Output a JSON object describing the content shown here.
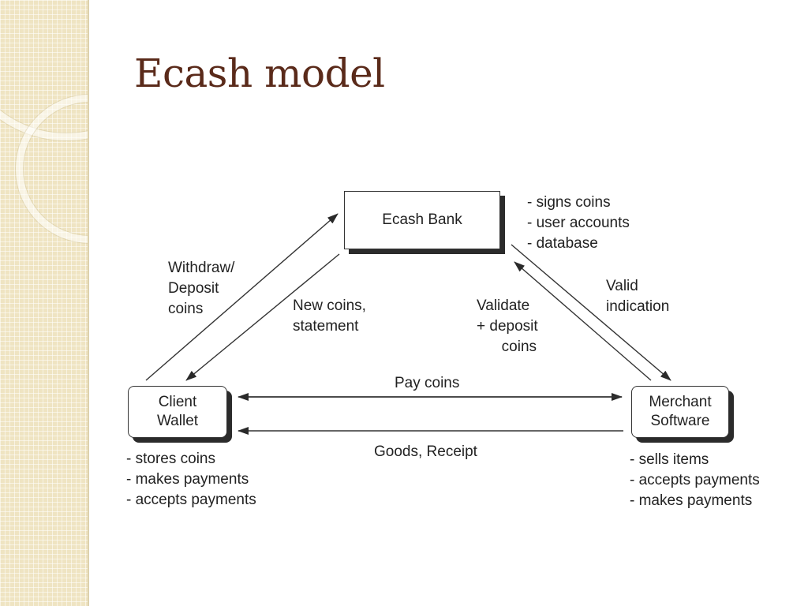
{
  "slide": {
    "title": "Ecash model"
  },
  "diagram": {
    "nodes": {
      "bank": "Ecash Bank",
      "client": "Client\nWallet",
      "merchant": "Merchant\nSoftware"
    },
    "notes": {
      "bank": "- signs coins\n- user accounts\n- database",
      "client": "- stores coins\n- makes payments\n- accepts payments",
      "merchant": "- sells items\n- accepts payments\n- makes payments"
    },
    "edges": {
      "withdraw_deposit": "Withdraw/\nDeposit\ncoins",
      "new_coins": "New coins,\nstatement",
      "validate_deposit": "Validate\n+ deposit\n      coins",
      "valid_indication": "Valid\nindication",
      "pay_coins": "Pay coins",
      "goods_receipt": "Goods, Receipt"
    }
  }
}
